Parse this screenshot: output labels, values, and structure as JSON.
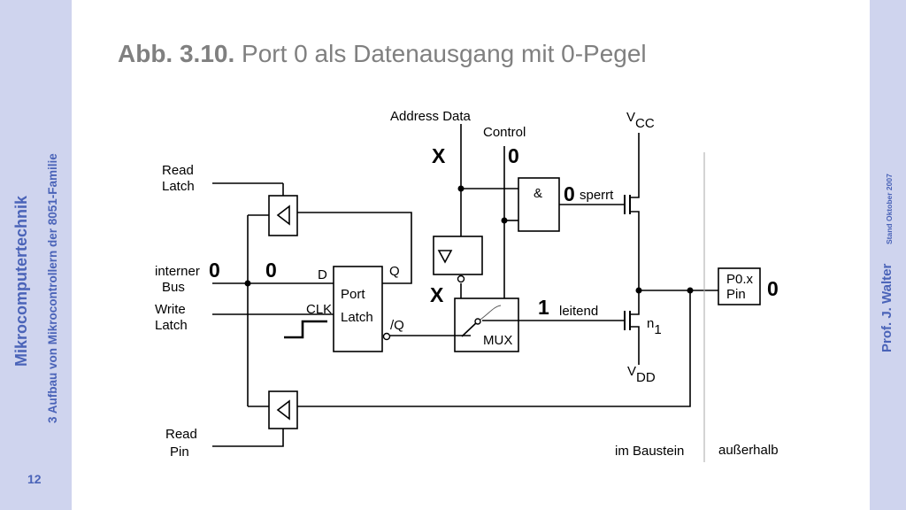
{
  "sidebar": {
    "course": "Mikrocomputertechnik",
    "chapter": "3 Aufbau von Mikrocontrollern der 8051-Familie",
    "page": "12",
    "author": "Prof. J. Walter",
    "stand": "Stand Oktober 2007"
  },
  "title": {
    "number": "Abb. 3.10.",
    "text": " Port 0 als Datenausgang mit 0-Pegel"
  },
  "diagram": {
    "read_latch": [
      "Read",
      "Latch"
    ],
    "interner_bus": [
      "interner",
      "Bus"
    ],
    "write_latch": [
      "Write",
      "Latch"
    ],
    "read_pin": [
      "Read",
      "Pin"
    ],
    "address_data": "Address Data",
    "control": "Control",
    "vcc_main": "V",
    "vcc_sub": "CC",
    "vdd_main": "V",
    "vdd_sub": "DD",
    "port_latch": [
      "Port",
      "Latch"
    ],
    "pin_d": "D",
    "pin_q": "Q",
    "pin_clk": "CLK",
    "pin_nq": "/Q",
    "and_symbol": "&",
    "mux": "MUX",
    "sperrt": "sperrt",
    "leitend": "leitend",
    "n1_main": "n",
    "n1_sub": "1",
    "p0x_pin": [
      "P0.x",
      "Pin"
    ],
    "im_baustein": "im Baustein",
    "ausserhalb": "außerhalb",
    "values": {
      "bus_level": "0",
      "d_level": "0",
      "address_x": "X",
      "control_level": "0",
      "and_out": "0",
      "mux_x": "X",
      "mux_out": "1",
      "pin_level": "0"
    }
  }
}
